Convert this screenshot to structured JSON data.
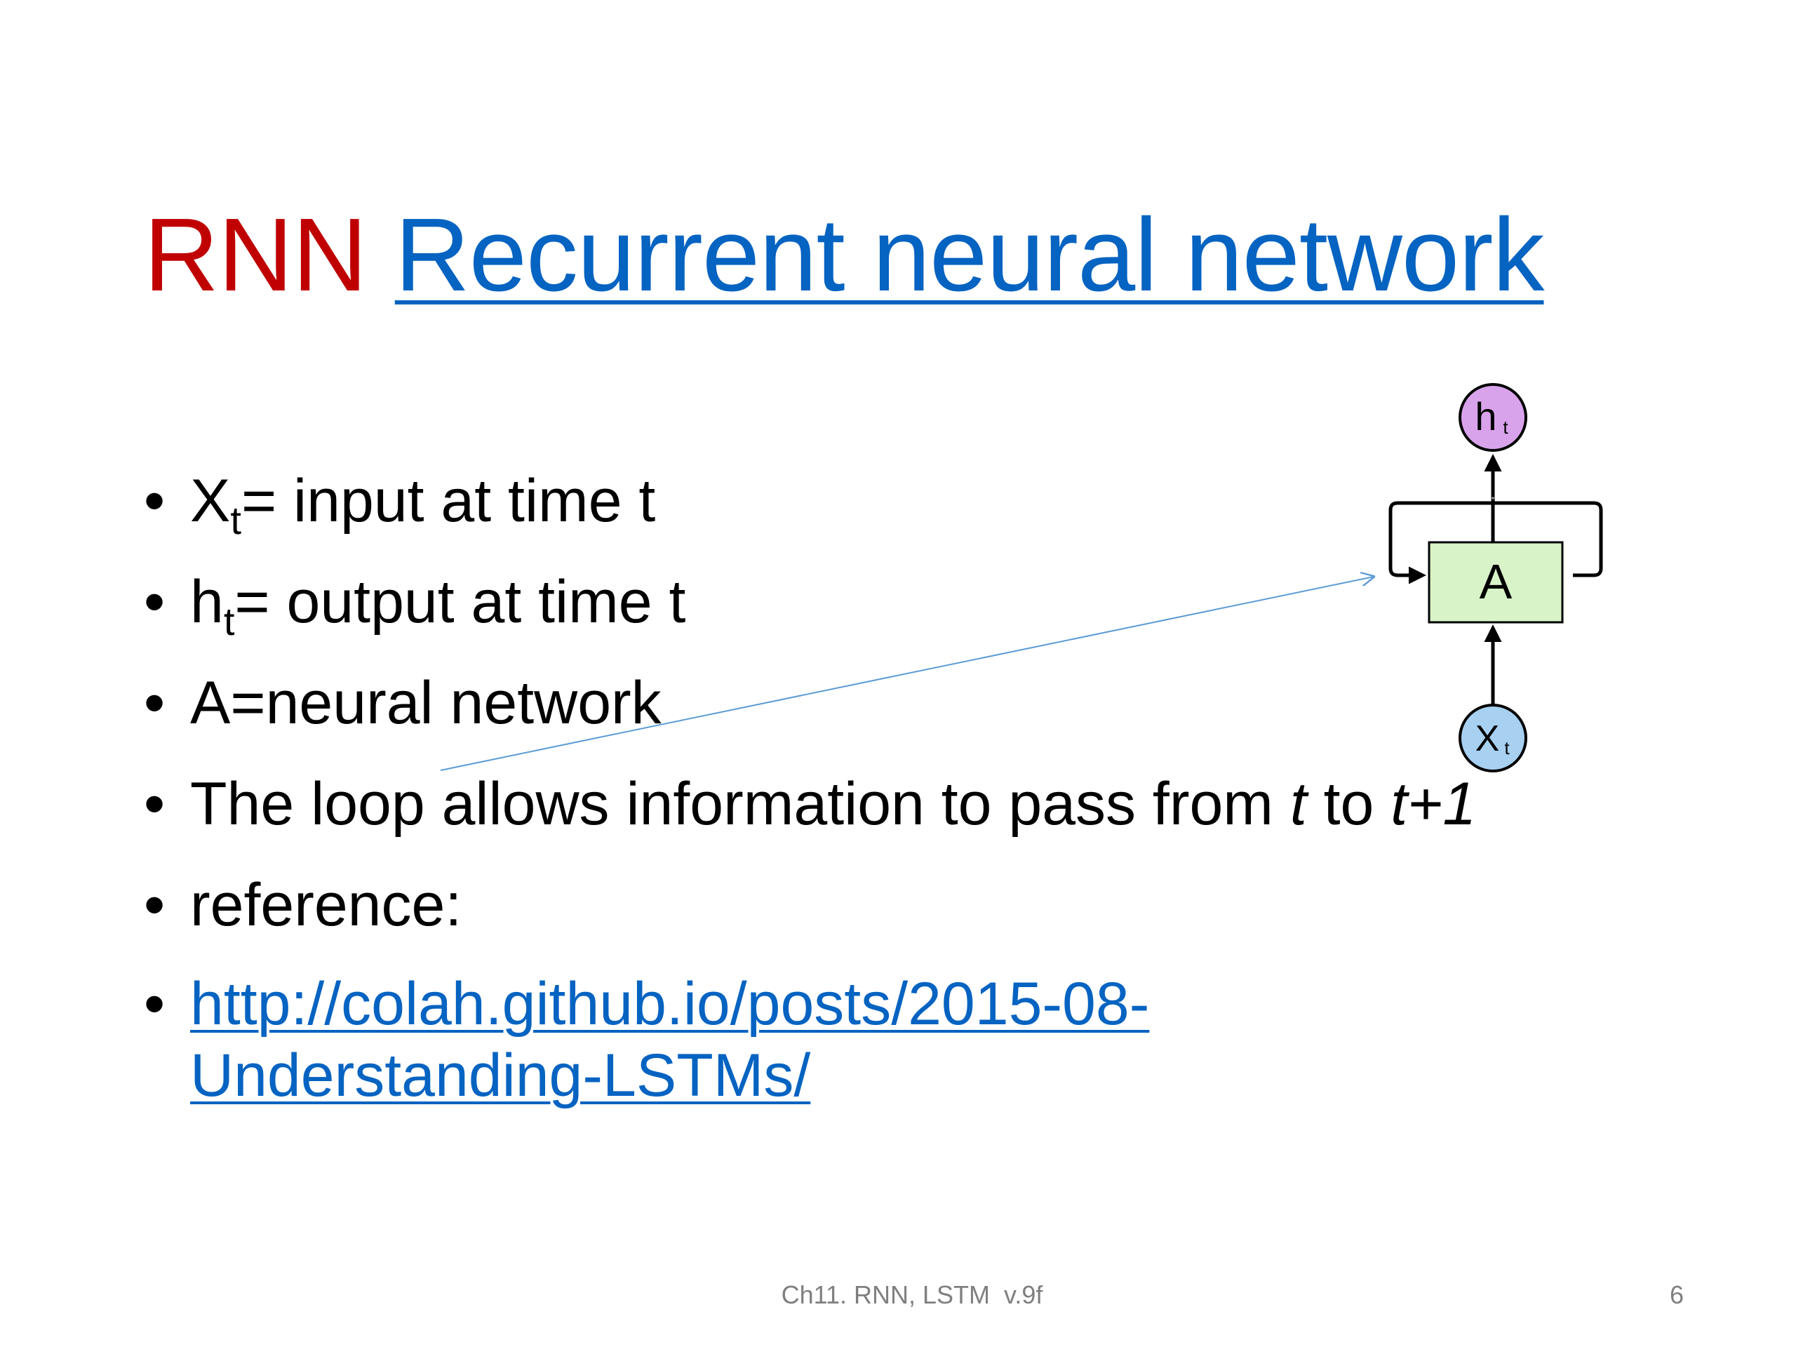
{
  "title": {
    "prefix": "RNN",
    "link_text": "Recurrent neural network"
  },
  "bullets": {
    "marker": "•",
    "item1": {
      "main": "X",
      "sub": "t",
      "rest": "= input at time t"
    },
    "item2": {
      "main": "h",
      "sub": "t",
      "rest": "= output at time t"
    },
    "item3": {
      "text": "A=neural network"
    },
    "item4": {
      "before": "The loop allows information to pass from ",
      "t": "t",
      "mid": " to ",
      "t1": "t+1"
    },
    "item5": {
      "text": "reference:"
    },
    "item6": {
      "link_line1": "http://colah.github.io/posts/2015-08-",
      "link_line2": "Understanding-LSTMs/"
    }
  },
  "diagram": {
    "output_node": {
      "main": "h",
      "sub": "t",
      "color": "#d9a3ec"
    },
    "input_node": {
      "main": "X",
      "sub": "t",
      "color": "#a7d0f1"
    },
    "cell_label": "A",
    "cell_color": "#d9f3c8"
  },
  "footer": {
    "text": "Ch11. RNN, LSTM  v.9f",
    "page_number": "6"
  },
  "colors": {
    "title_red": "#c00000",
    "link_blue": "#0563c1",
    "annotation_line": "#5b9bd5",
    "footer_gray": "#7f7f7f"
  }
}
